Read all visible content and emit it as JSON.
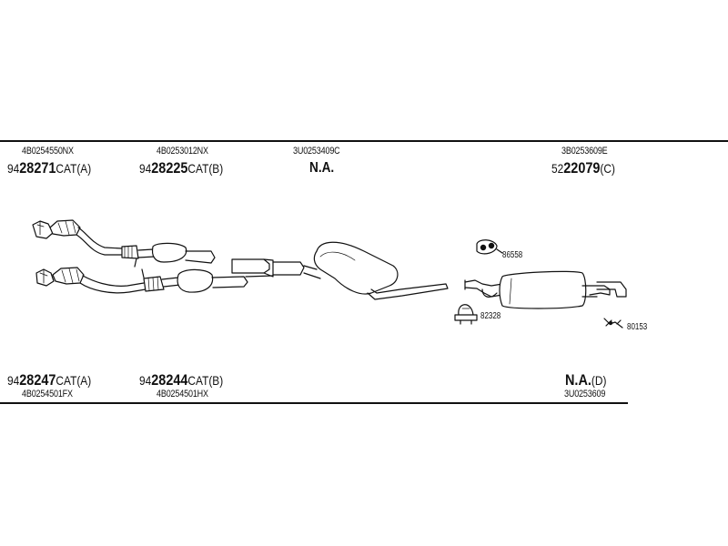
{
  "top_parts": [
    {
      "oem": "4B0254550NX",
      "prefix": "94",
      "num": "28271",
      "suffix": "CAT(A)"
    },
    {
      "oem": "4B0253012NX",
      "prefix": "94",
      "num": "28225",
      "suffix": "CAT(B)"
    },
    {
      "oem": "3U0253409C",
      "prefix": "",
      "num": "N.A.",
      "suffix": ""
    },
    {
      "oem": "3B0253609E",
      "prefix": "52",
      "num": "22079",
      "suffix": "(C)"
    }
  ],
  "bottom_parts": [
    {
      "oem": "4B0254501FX",
      "prefix": "94",
      "num": "28247",
      "suffix": "CAT(A)"
    },
    {
      "oem": "4B0254501HX",
      "prefix": "94",
      "num": "28244",
      "suffix": "CAT(B)"
    },
    {
      "oem": "3U0253609",
      "prefix": "",
      "num": "N.A.",
      "suffix": "(D)"
    }
  ],
  "accessories": [
    {
      "label": "86558",
      "icon": "rubber-hanger-icon"
    },
    {
      "label": "82328",
      "icon": "pipe-clamp-icon"
    },
    {
      "label": "80153",
      "icon": "hanger-bracket-icon"
    }
  ]
}
